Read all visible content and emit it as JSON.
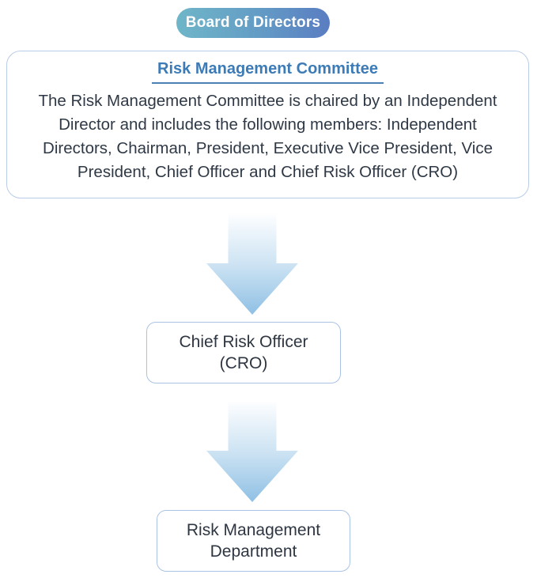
{
  "diagram": {
    "board": {
      "label": "Board of Directors"
    },
    "committee": {
      "title": "Risk Management Committee",
      "body_lines": [
        "The Risk Management Committee is chaired by an Independent",
        "Director and includes the following members: Independent",
        "Directors, Chairman, President, Executive Vice President, Vice",
        "President, Chief Officer and Chief Risk Officer (CRO)"
      ]
    },
    "cro": {
      "line1": "Chief Risk Officer",
      "line2": "(CRO)"
    },
    "department": {
      "line1": "Risk Management",
      "line2": "Department"
    },
    "icons": {
      "connector1": "down-arrow-icon",
      "connector2": "down-arrow-icon"
    },
    "colors": {
      "pill_gradient_start": "#6fb6c8",
      "pill_gradient_end": "#5a7dc2",
      "pill_text": "#ffffff",
      "committee_title": "#3d7bb7",
      "title_underline": "#4b80b5",
      "box_border": "#aac3e5",
      "body_text": "#2f3946",
      "arrow_gradient_top": "#fdfeff",
      "arrow_gradient_mid": "#cde3f3",
      "arrow_gradient_bottom": "#8fc0e4",
      "background": "#ffffff"
    }
  }
}
